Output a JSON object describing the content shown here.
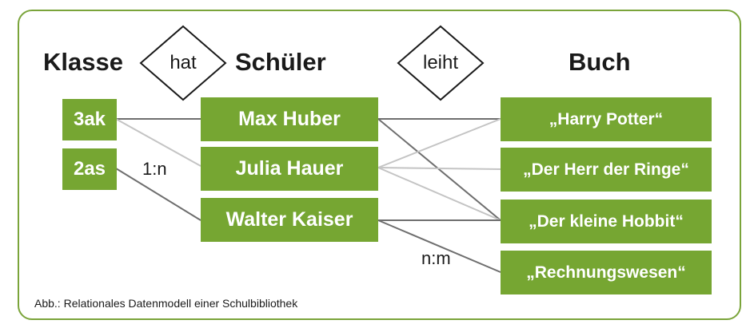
{
  "headings": {
    "klasse": "Klasse",
    "schueler": "Schüler",
    "buch": "Buch"
  },
  "relations": {
    "hat": "hat",
    "leiht": "leiht"
  },
  "klassen": [
    "3ak",
    "2as"
  ],
  "schueler": [
    "Max Huber",
    "Julia Hauer",
    "Walter Kaiser"
  ],
  "buecher": [
    "„Harry Potter“",
    "„Der Herr der Ringe“",
    "„Der kleine Hobbit“",
    "„Rechnungswesen“"
  ],
  "cardinalities": {
    "hat": "1:n",
    "leiht": "n:m"
  },
  "caption": "Abb.: Relationales Datenmodell einer Schulbibliothek",
  "colors": {
    "box_green": "#76a632",
    "frame_green": "#7aa43a",
    "line_dark": "#6e6e6e",
    "line_light": "#c4c4c4"
  }
}
